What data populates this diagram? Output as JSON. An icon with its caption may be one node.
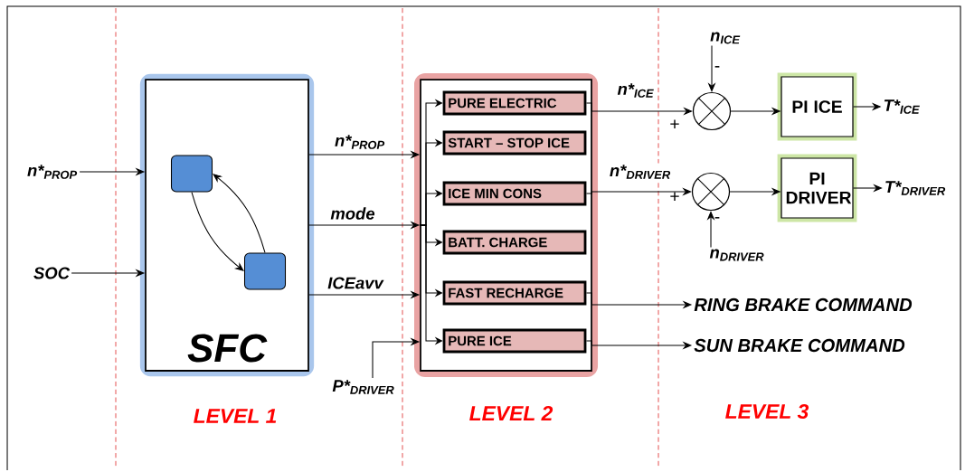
{
  "diagram": {
    "nodes": [
      {
        "text": [
          "n*$_{PROP}$"
        ]
      },
      {
        "text": [
          "SOC"
        ]
      },
      {
        "text": [
          "SFC"
        ]
      },
      {
        "text": [],
        "shape": "box",
        "in": 2
      },
      {
        "text": [],
        "shape": "box",
        "in": 2
      },
      {
        "text": [],
        "shape": "box"
      },
      {
        "text": [
          "PURE ELECTRIC"
        ],
        "in": 5
      },
      {
        "text": [
          "START – STOP ICE"
        ],
        "in": 5
      },
      {
        "text": [
          "ICE MIN CONS"
        ],
        "in": 5
      },
      {
        "text": [
          "BATT. CHARGE"
        ],
        "in": 5
      },
      {
        "text": [
          "FAST RECHARGE"
        ],
        "in": 5
      },
      {
        "text": [
          "PURE ICE"
        ],
        "in": 5
      },
      {
        "text": [
          "P*$_{DRIVER}$"
        ]
      },
      {
        "text": [
          "n$_{ICE}$"
        ]
      },
      {
        "text": [],
        "shape": "circle"
      },
      {
        "text": [
          "n$_{DRIVER}$"
        ]
      },
      {
        "text": [],
        "shape": "circle"
      },
      {
        "text": [
          "PI ICE"
        ]
      },
      {
        "text": [
          "PI DRIVER"
        ]
      },
      {
        "text": [
          "T*$_{ICE}$"
        ]
      },
      {
        "text": [
          "T*$_{DRIVER}$"
        ]
      },
      {
        "text": [
          "RING BRAKE COMMAND"
        ]
      },
      {
        "text": [
          "SUN BRAKE COMMAND"
        ]
      }
    ],
    "edges": [
      {
        "from": 0,
        "to": 2,
        "arrow": "to"
      },
      {
        "from": 1,
        "to": 2,
        "arrow": "to"
      },
      {
        "from": 3,
        "to": 4,
        "arrow": "to"
      },
      {
        "from": 4,
        "to": 3,
        "arrow": "to"
      },
      {
        "from": 2,
        "to": 5,
        "arrow": "to",
        "label": "n*$_{PROP}$"
      },
      {
        "from": 2,
        "to": 5,
        "arrow": "to",
        "label": "mode"
      },
      {
        "from": 2,
        "to": 5,
        "arrow": "to",
        "label": "ICEavv"
      },
      {
        "from": 12,
        "to": 5,
        "arrow": "to"
      },
      {
        "from": 5,
        "to": 6,
        "arrow": "to"
      },
      {
        "from": 5,
        "to": 7,
        "arrow": "to"
      },
      {
        "from": 5,
        "to": 8,
        "arrow": "to"
      },
      {
        "from": 5,
        "to": 9,
        "arrow": "to"
      },
      {
        "from": 5,
        "to": 10,
        "arrow": "to"
      },
      {
        "from": 5,
        "to": 11,
        "arrow": "to"
      },
      {
        "from": 6,
        "to": 14,
        "arrow": "to",
        "label": "n*$_{ICE}$"
      },
      {
        "from": 8,
        "to": 16,
        "arrow": "to",
        "label": "n*$_{DRIVER}$"
      },
      {
        "from": 13,
        "to": 14,
        "arrow": "to"
      },
      {
        "from": 15,
        "to": 16,
        "arrow": "to"
      },
      {
        "from": 14,
        "to": 17,
        "arrow": "to"
      },
      {
        "from": 16,
        "to": 18,
        "arrow": "to"
      },
      {
        "from": 17,
        "to": 19,
        "arrow": "to"
      },
      {
        "from": 18,
        "to": 20,
        "arrow": "to"
      },
      {
        "from": 10,
        "to": 21,
        "arrow": "to"
      },
      {
        "from": 11,
        "to": 22,
        "arrow": "to"
      }
    ],
    "labels": [
      "-",
      "+",
      "+",
      "-",
      "LEVEL 1",
      "LEVEL 2",
      "LEVEL 3"
    ]
  }
}
